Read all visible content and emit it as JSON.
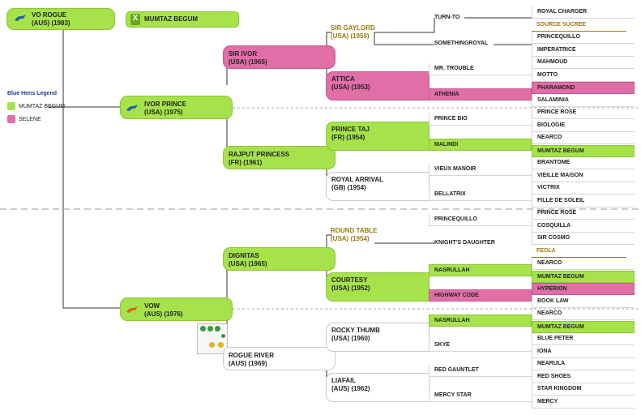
{
  "colors": {
    "blue_hen_1": "#a6e34a",
    "blue_hen_2": "#e16ea6",
    "gold_text": "#9a7a10"
  },
  "subject": {
    "name": "VO ROGUE",
    "origin": "(AUS) (1983)",
    "icon": "horse-icon"
  },
  "cross_badge": {
    "mark": "X",
    "label": "MUMTAZ BEGUM"
  },
  "legend": {
    "title": "Blue Hens Legend",
    "items": [
      {
        "label": "MUMTAZ BEGUM"
      },
      {
        "label": "SELENE"
      }
    ]
  },
  "sire": {
    "name": "IVOR PRINCE",
    "origin": "(USA) (1975)",
    "icon": "horse-icon"
  },
  "dam": {
    "name": "VOW",
    "origin": "(AUS) (1976)",
    "icon": "horse-icon"
  },
  "gen3": {
    "sir_ivor": {
      "name": "SIR IVOR",
      "origin": "(USA) (1965)"
    },
    "rajput_princess": {
      "name": "RAJPUT PRINCESS",
      "origin": "(FR) (1961)"
    },
    "dignitas": {
      "name": "DIGNITAS",
      "origin": "(USA) (1965)"
    },
    "rogue_river": {
      "name": "ROGUE RIVER",
      "origin": "(AUS) (1969)"
    }
  },
  "gen4": {
    "sir_gaylord": {
      "name": "SIR GAYLORD",
      "origin": "(USA) (1959)"
    },
    "attica": {
      "name": "ATTICA",
      "origin": "(USA) (1953)"
    },
    "prince_taj": {
      "name": "PRINCE TAJ",
      "origin": "(FR) (1954)"
    },
    "royal_arrival": {
      "name": "ROYAL ARRIVAL",
      "origin": "(GB) (1954)"
    },
    "round_table": {
      "name": "ROUND TABLE",
      "origin": "(USA) (1954)"
    },
    "courtesy": {
      "name": "COURTESY",
      "origin": "(USA) (1952)"
    },
    "rocky_thumb": {
      "name": "ROCKY THUMB",
      "origin": "(USA) (1960)"
    },
    "liafail": {
      "name": "LIAFAIL",
      "origin": "(AUS) (1962)"
    }
  },
  "gen5": [
    "TURN-TO",
    "SOMETHINGROYAL",
    "MR. TROUBLE",
    "ATHENIA",
    "PRINCE BIO",
    "MALINDI",
    "VIEUX MANOIR",
    "BELLATRIX",
    "PRINCEQUILLO",
    "KNIGHT'S DAUGHTER",
    "NASRULLAH",
    "HIGHWAY CODE",
    "NASRULLAH",
    "SKYE",
    "RED GAUNTLET",
    "MERCY STAR"
  ],
  "gen6": [
    "ROYAL CHARGER",
    "SOURCE SUCREE",
    "PRINCEQUILLO",
    "IMPERATRICE",
    "MAHMOUD",
    "MOTTO",
    "PHARAMOND",
    "SALAMINIA",
    "PRINCE ROSE",
    "BIOLOGIE",
    "NEARCO",
    "MUMTAZ BEGUM",
    "BRANTOME",
    "VIEILLE MAISON",
    "VICTRIX",
    "FILLE DE SOLEIL",
    "PRINCE ROSE",
    "COSQUILLA",
    "SIR COSMO",
    "FEOLA",
    "NEARCO",
    "MUMTAZ BEGUM",
    "HYPERION",
    "BOOK LAW",
    "NEARCO",
    "MUMTAZ BEGUM",
    "BLUE PETER",
    "IONA",
    "NEARULA",
    "RED SHOES",
    "STAR KINGDOM",
    "MERCY"
  ]
}
